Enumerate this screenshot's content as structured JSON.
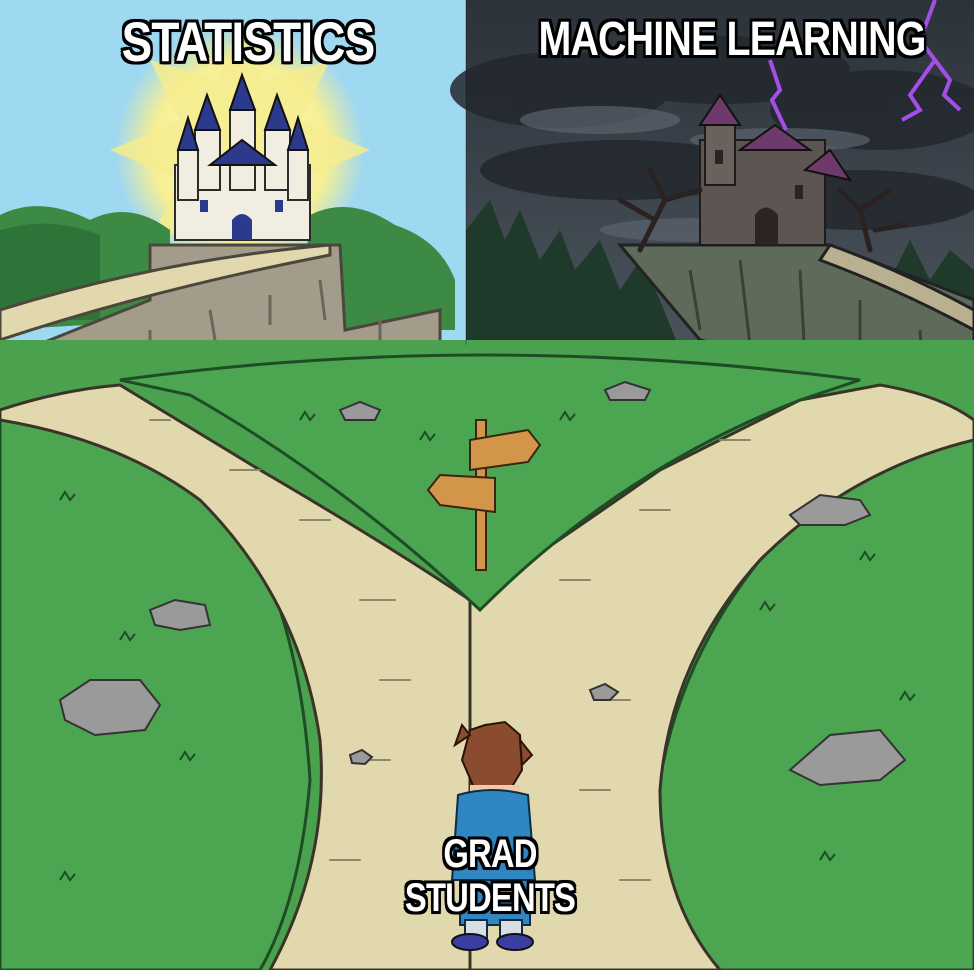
{
  "meme": {
    "left_destination_label": "STATISTICS",
    "right_destination_label": "MACHINE LEARNING",
    "traveler_label_line1": "GRAD",
    "traveler_label_line2": "STUDENTS"
  },
  "colors": {
    "left_sky": "#9fd8f1",
    "sun": "#fbf3a6",
    "right_sky": "#3c4450",
    "grass": "#4aa14e",
    "grass_dark": "#2f7a39",
    "path": "#e2d8ae",
    "cliff": "#a39c8b",
    "castle_roof": "#2c3a8e",
    "castle_wall": "#f1ede1",
    "dark_castle": "#5d5552",
    "lightning": "#a24fe8",
    "signpost": "#d3954a",
    "shirt": "#2f86c1",
    "hair": "#8b4b2e"
  },
  "icons": [
    "bright-castle-icon",
    "dark-castle-icon",
    "signpost-icon",
    "lightning-icon",
    "traveler-figure"
  ]
}
